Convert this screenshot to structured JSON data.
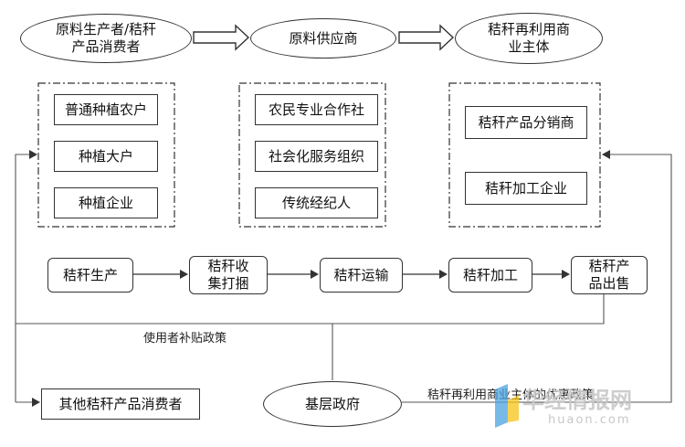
{
  "top_row": {
    "raw_consumer": "原料生产者/秸秆\n产品消费者",
    "raw_supplier": "原料供应商",
    "reuse_entity": "秸秆再利用商\n业主体"
  },
  "group_producers": [
    "普通种植农户",
    "种植大户",
    "种植企业"
  ],
  "group_suppliers": [
    "农民专业合作社",
    "社会化服务组织",
    "传统经纪人"
  ],
  "group_reusers": [
    "秸秆产品分销商",
    "秸秆加工企业"
  ],
  "process_flow": [
    "秸秆生产",
    "秸秆收\n集打捆",
    "秸秆运输",
    "秸秆加工",
    "秸秆产\n品出售"
  ],
  "labels": {
    "subsidy_user": "使用者补贴政策",
    "subsidy_entity": "秸秆再利用商业主体的优惠政策"
  },
  "bottom": {
    "other_consumers": "其他秸秆产品消费者",
    "government": "基层政府"
  },
  "watermark": {
    "text": "华经情报网",
    "url": "huaon.com",
    "colors": {
      "blue": "#4aa3df",
      "yellow": "#f5c518"
    }
  }
}
